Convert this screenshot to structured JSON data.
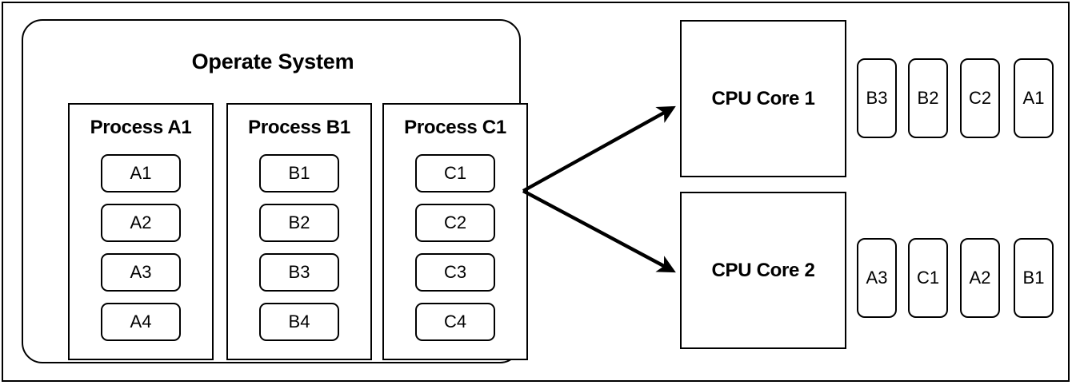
{
  "diagram": {
    "title": "Operate System",
    "colors": {
      "stroke": "#000000",
      "background": "#ffffff",
      "text": "#000000"
    },
    "os_container": {
      "label": "Operate System",
      "processes": [
        {
          "name": "Process A1",
          "threads": [
            "A1",
            "A2",
            "A3",
            "A4"
          ]
        },
        {
          "name": "Process B1",
          "threads": [
            "B1",
            "B2",
            "B3",
            "B4"
          ]
        },
        {
          "name": "Process C1",
          "threads": [
            "C1",
            "C2",
            "C3",
            "C4"
          ]
        }
      ]
    },
    "cores": [
      {
        "label": "CPU Core 1",
        "queue": [
          "B3",
          "B2",
          "C2",
          "A1"
        ]
      },
      {
        "label": "CPU Core 2",
        "queue": [
          "A3",
          "C1",
          "A2",
          "B1"
        ]
      }
    ],
    "connectors": [
      {
        "name": "dispatch-to-core-1",
        "from": "os-container",
        "to": "CPU Core 1",
        "style": "solid-arrow"
      },
      {
        "name": "dispatch-to-core-2",
        "from": "os-container",
        "to": "CPU Core 2",
        "style": "solid-arrow"
      }
    ]
  }
}
